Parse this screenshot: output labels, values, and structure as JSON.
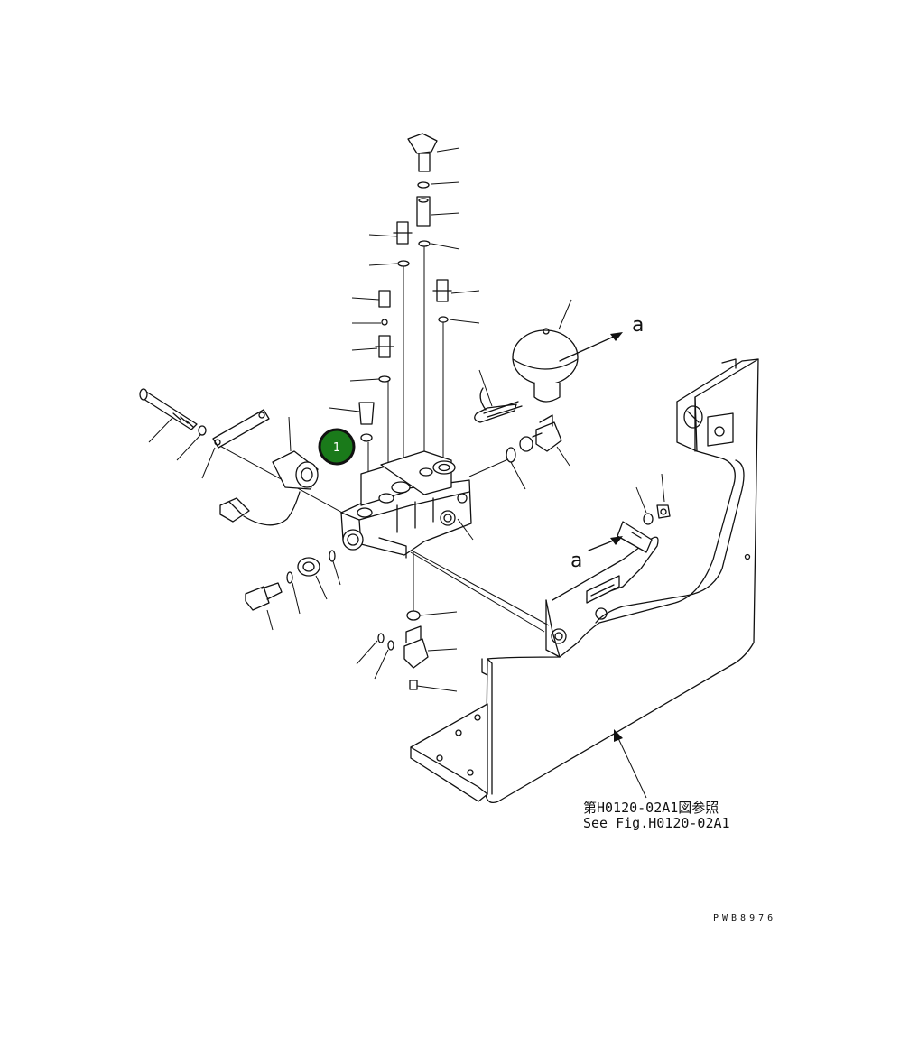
{
  "diagram": {
    "callout": {
      "number": "1",
      "fill": "#1a7a1a",
      "ring": "#111111"
    },
    "view_labels": [
      "a",
      "a"
    ],
    "reference": {
      "japanese": "第H0120-02A1図参照",
      "english": "See Fig.H0120-02A1"
    },
    "drawing_id": "PWB8976"
  }
}
